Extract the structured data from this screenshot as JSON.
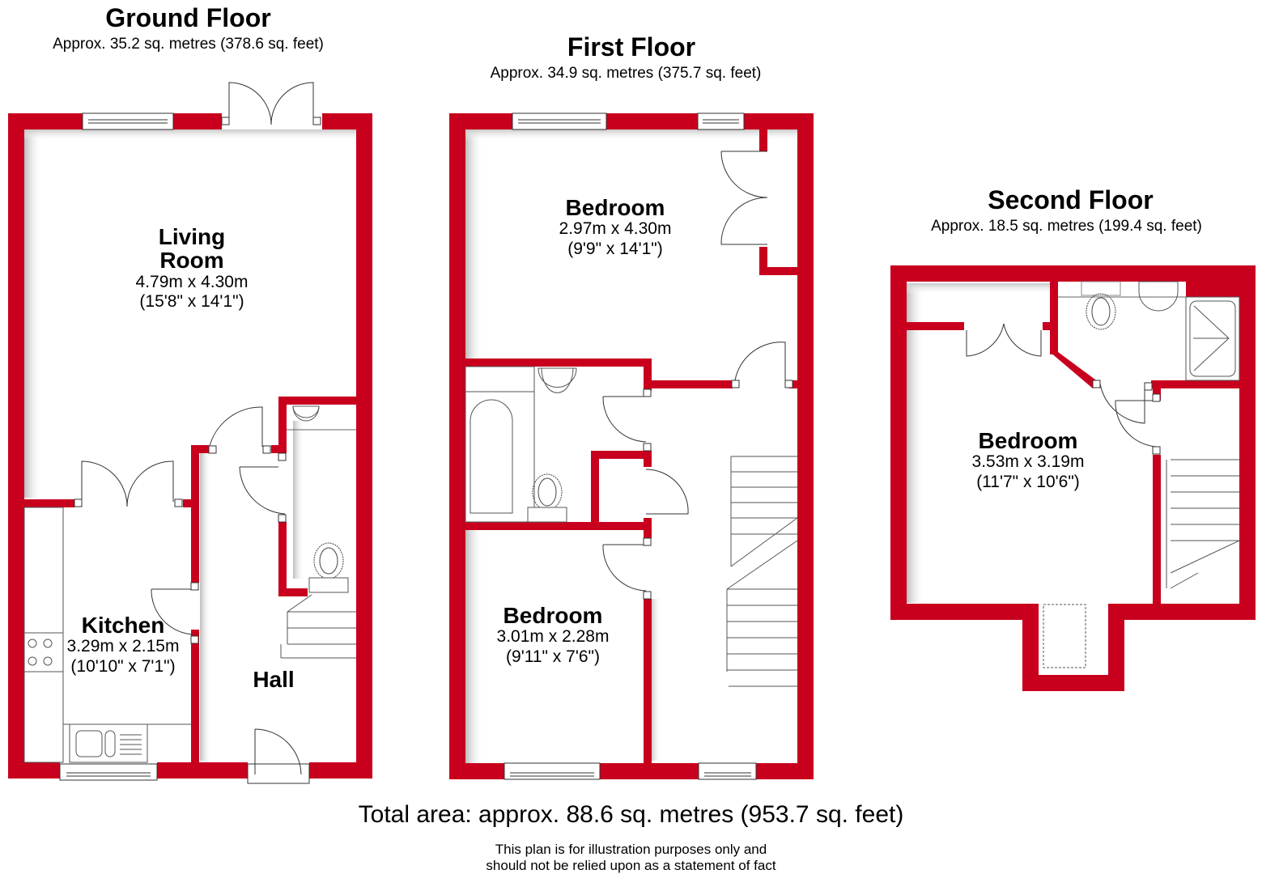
{
  "colors": {
    "wall": "#c8001e",
    "line": "#333333",
    "background": "#ffffff"
  },
  "floors": {
    "ground": {
      "title": "Ground Floor",
      "area": "Approx. 35.2 sq. metres (378.6 sq. feet)",
      "rooms": {
        "living": {
          "name_line1": "Living",
          "name_line2": "Room",
          "metric": "4.79m x 4.30m",
          "imperial": "(15'8\" x 14'1\")"
        },
        "kitchen": {
          "name": "Kitchen",
          "metric": "3.29m x 2.15m",
          "imperial": "(10'10\" x 7'1\")"
        },
        "hall": {
          "name": "Hall"
        }
      }
    },
    "first": {
      "title": "First Floor",
      "area": "Approx. 34.9 sq. metres (375.7 sq. feet)",
      "rooms": {
        "bedroom_front": {
          "name": "Bedroom",
          "metric": "2.97m x 4.30m",
          "imperial": "(9'9\" x 14'1\")"
        },
        "bedroom_back": {
          "name": "Bedroom",
          "metric": "3.01m x 2.28m",
          "imperial": "(9'11\" x 7'6\")"
        }
      }
    },
    "second": {
      "title": "Second Floor",
      "area": "Approx. 18.5 sq. metres (199.4 sq. feet)",
      "rooms": {
        "bedroom": {
          "name": "Bedroom",
          "metric": "3.53m x 3.19m",
          "imperial": "(11'7\" x 10'6\")"
        }
      }
    }
  },
  "footer": {
    "total": "Total area: approx. 88.6 sq. metres (953.7 sq. feet)",
    "disclaimer_line1": "This plan is for illustration purposes only and",
    "disclaimer_line2": "should not be relied upon as a statement of fact"
  }
}
